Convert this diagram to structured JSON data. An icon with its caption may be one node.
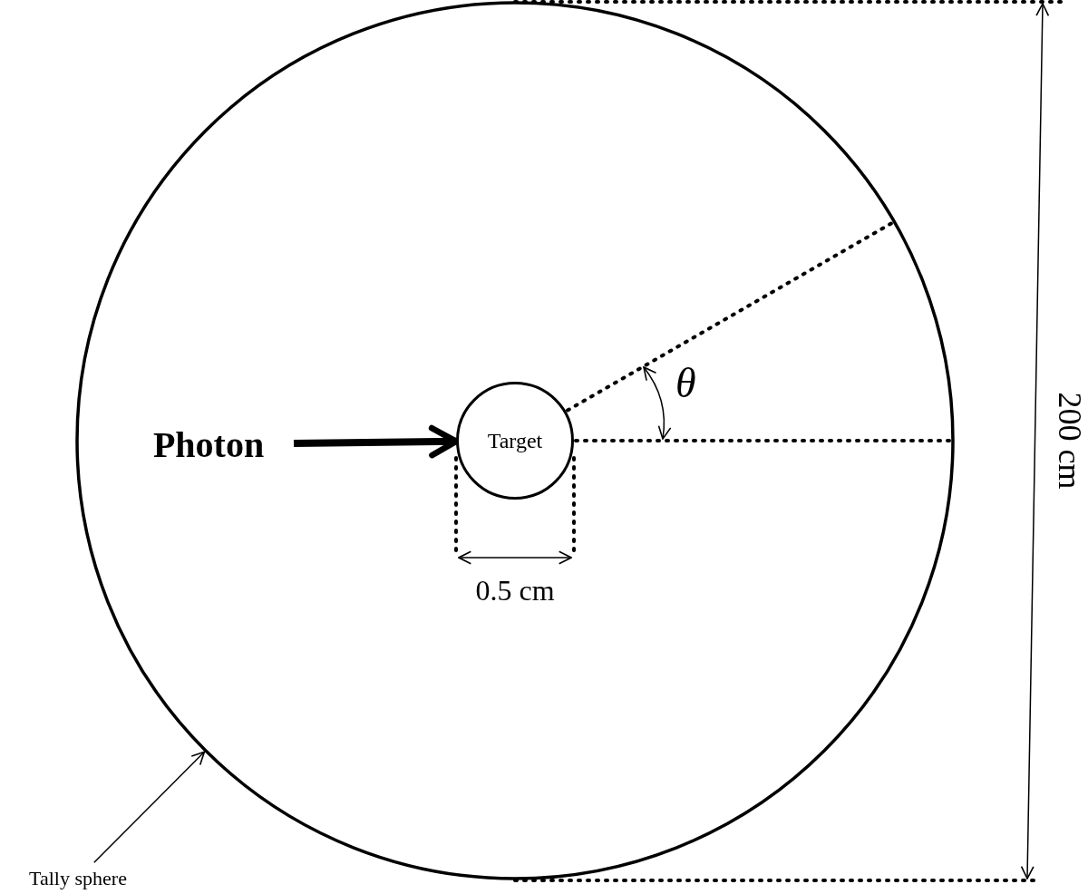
{
  "diagram": {
    "nodes": [
      {
        "text": [],
        "shape": "circle"
      },
      {
        "text": [
          "Target"
        ],
        "in": 0
      },
      {
        "text": [
          "Photon"
        ],
        "in": 0
      },
      {
        "text": [
          "Tally sphere"
        ]
      }
    ],
    "edges": [
      {
        "from": 2,
        "to": 1,
        "arrow": "to",
        "style": "thick"
      },
      {
        "from": 3,
        "to": 0,
        "arrow": "to"
      },
      {
        "from": 1,
        "to": 0,
        "arrow": "none",
        "style": "dashed"
      },
      {
        "from": 1,
        "to": 0,
        "arrow": "none",
        "style": "dashed"
      }
    ],
    "labels": [
      "θ",
      "0.5 cm",
      "200 cm"
    ]
  }
}
